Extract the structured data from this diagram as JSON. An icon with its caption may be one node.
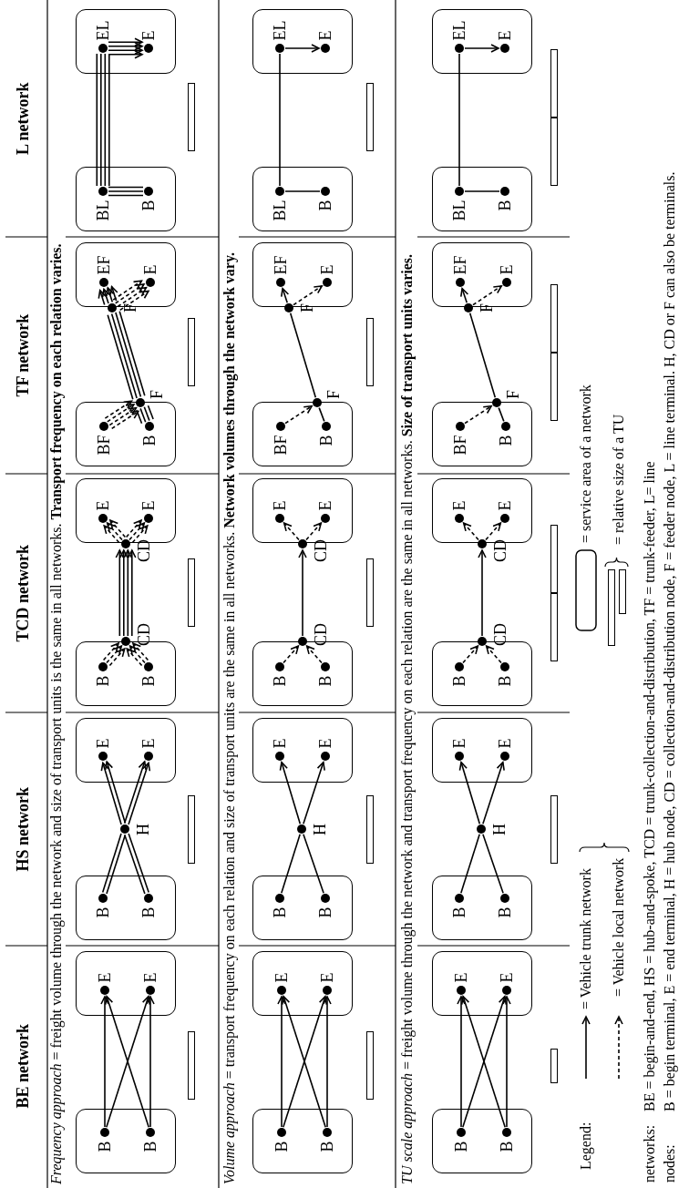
{
  "diagram": {
    "nodes": [
      {
        "text": [],
        "shape": "box"
      },
      {
        "text": [
          "B"
        ],
        "in": 0
      },
      {
        "text": [
          "B"
        ],
        "in": 0
      },
      {
        "text": [],
        "shape": "box"
      },
      {
        "text": [
          "E"
        ],
        "in": 3
      },
      {
        "text": [
          "E"
        ],
        "in": 3
      },
      {
        "text": [],
        "shape": "box"
      },
      {
        "text": [
          "B"
        ],
        "in": 6
      },
      {
        "text": [
          "B"
        ],
        "in": 6
      },
      {
        "text": [
          "H"
        ]
      },
      {
        "text": [],
        "shape": "box"
      },
      {
        "text": [
          "E"
        ],
        "in": 10
      },
      {
        "text": [
          "E"
        ],
        "in": 10
      },
      {
        "text": [],
        "shape": "box"
      },
      {
        "text": [
          "B"
        ],
        "in": 13
      },
      {
        "text": [
          "B"
        ],
        "in": 13
      },
      {
        "text": [
          "CD"
        ]
      },
      {
        "text": [
          "CD"
        ]
      },
      {
        "text": [],
        "shape": "box"
      },
      {
        "text": [
          "E"
        ],
        "in": 18
      },
      {
        "text": [
          "E"
        ],
        "in": 18
      },
      {
        "text": [],
        "shape": "box"
      },
      {
        "text": [
          "BF"
        ],
        "in": 21
      },
      {
        "text": [
          "B"
        ],
        "in": 21
      },
      {
        "text": [
          "F"
        ]
      },
      {
        "text": [
          "F"
        ]
      },
      {
        "text": [],
        "shape": "box"
      },
      {
        "text": [
          "EF"
        ],
        "in": 26
      },
      {
        "text": [
          "E"
        ],
        "in": 26
      },
      {
        "text": [],
        "shape": "box"
      },
      {
        "text": [
          "BL"
        ],
        "in": 29
      },
      {
        "text": [
          "B"
        ],
        "in": 29
      },
      {
        "text": [],
        "shape": "box"
      },
      {
        "text": [
          "EL"
        ],
        "in": 32
      },
      {
        "text": [
          "E"
        ],
        "in": 32
      },
      {
        "text": [],
        "shape": "box"
      },
      {
        "text": [
          "B"
        ],
        "in": 35
      },
      {
        "text": [
          "B"
        ],
        "in": 35
      },
      {
        "text": [],
        "shape": "box"
      },
      {
        "text": [
          "E"
        ],
        "in": 38
      },
      {
        "text": [
          "E"
        ],
        "in": 38
      },
      {
        "text": [],
        "shape": "box"
      },
      {
        "text": [
          "B"
        ],
        "in": 41
      },
      {
        "text": [
          "B"
        ],
        "in": 41
      },
      {
        "text": [
          "H"
        ]
      },
      {
        "text": [],
        "shape": "box"
      },
      {
        "text": [
          "E"
        ],
        "in": 45
      },
      {
        "text": [
          "E"
        ],
        "in": 45
      },
      {
        "text": [],
        "shape": "box"
      },
      {
        "text": [
          "B"
        ],
        "in": 48
      },
      {
        "text": [
          "B"
        ],
        "in": 48
      },
      {
        "text": [
          "CD"
        ]
      },
      {
        "text": [
          "CD"
        ]
      },
      {
        "text": [],
        "shape": "box"
      },
      {
        "text": [
          "E"
        ],
        "in": 53
      },
      {
        "text": [
          "E"
        ],
        "in": 53
      },
      {
        "text": [],
        "shape": "box"
      },
      {
        "text": [
          "BF"
        ],
        "in": 56
      },
      {
        "text": [
          "B"
        ],
        "in": 56
      },
      {
        "text": [
          "F"
        ]
      },
      {
        "text": [
          "F"
        ]
      },
      {
        "text": [],
        "shape": "box"
      },
      {
        "text": [
          "EF"
        ],
        "in": 61
      },
      {
        "text": [
          "E"
        ],
        "in": 61
      },
      {
        "text": [],
        "shape": "box"
      },
      {
        "text": [
          "BL"
        ],
        "in": 64
      },
      {
        "text": [
          "B"
        ],
        "in": 64
      },
      {
        "text": [],
        "shape": "box"
      },
      {
        "text": [
          "EL"
        ],
        "in": 67
      },
      {
        "text": [
          "E"
        ],
        "in": 67
      },
      {
        "text": [],
        "shape": "box"
      },
      {
        "text": [
          "B"
        ],
        "in": 70
      },
      {
        "text": [
          "B"
        ],
        "in": 70
      },
      {
        "text": [],
        "shape": "box"
      },
      {
        "text": [
          "E"
        ],
        "in": 73
      },
      {
        "text": [
          "E"
        ],
        "in": 73
      },
      {
        "text": [],
        "shape": "box"
      },
      {
        "text": [
          "B"
        ],
        "in": 76
      },
      {
        "text": [
          "B"
        ],
        "in": 76
      },
      {
        "text": [
          "H"
        ]
      },
      {
        "text": [],
        "shape": "box"
      },
      {
        "text": [
          "E"
        ],
        "in": 80
      },
      {
        "text": [
          "E"
        ],
        "in": 80
      },
      {
        "text": [],
        "shape": "box"
      },
      {
        "text": [
          "B"
        ],
        "in": 83
      },
      {
        "text": [
          "B"
        ],
        "in": 83
      },
      {
        "text": [
          "CD"
        ]
      },
      {
        "text": [
          "CD"
        ]
      },
      {
        "text": [],
        "shape": "box"
      },
      {
        "text": [
          "E"
        ],
        "in": 88
      },
      {
        "text": [
          "E"
        ],
        "in": 88
      },
      {
        "text": [],
        "shape": "box"
      },
      {
        "text": [
          "BF"
        ],
        "in": 91
      },
      {
        "text": [
          "B"
        ],
        "in": 91
      },
      {
        "text": [
          "F"
        ]
      },
      {
        "text": [
          "F"
        ]
      },
      {
        "text": [],
        "shape": "box"
      },
      {
        "text": [
          "EF"
        ],
        "in": 96
      },
      {
        "text": [
          "E"
        ],
        "in": 96
      },
      {
        "text": [],
        "shape": "box"
      },
      {
        "text": [
          "BL"
        ],
        "in": 99
      },
      {
        "text": [
          "B"
        ],
        "in": 99
      },
      {
        "text": [],
        "shape": "box"
      },
      {
        "text": [
          "EL"
        ],
        "in": 102
      },
      {
        "text": [
          "E"
        ],
        "in": 102
      }
    ],
    "edges": [
      {
        "from": 1,
        "to": 4,
        "arrow": "to"
      },
      {
        "from": 1,
        "to": 5,
        "arrow": "to"
      },
      {
        "from": 2,
        "to": 4,
        "arrow": "to"
      },
      {
        "from": 2,
        "to": 5,
        "arrow": "to"
      },
      {
        "from": 7,
        "to": 9,
        "arrow": "none"
      },
      {
        "from": 7,
        "to": 9,
        "arrow": "none"
      },
      {
        "from": 8,
        "to": 9,
        "arrow": "none"
      },
      {
        "from": 8,
        "to": 9,
        "arrow": "none"
      },
      {
        "from": 9,
        "to": 11,
        "arrow": "to"
      },
      {
        "from": 9,
        "to": 11,
        "arrow": "to"
      },
      {
        "from": 9,
        "to": 12,
        "arrow": "to"
      },
      {
        "from": 9,
        "to": 12,
        "arrow": "to"
      },
      {
        "from": 14,
        "to": 16,
        "arrow": "to",
        "style": "dashed"
      },
      {
        "from": 14,
        "to": 16,
        "arrow": "to",
        "style": "dashed"
      },
      {
        "from": 14,
        "to": 16,
        "arrow": "to",
        "style": "dashed"
      },
      {
        "from": 15,
        "to": 16,
        "arrow": "to",
        "style": "dashed"
      },
      {
        "from": 15,
        "to": 16,
        "arrow": "to",
        "style": "dashed"
      },
      {
        "from": 15,
        "to": 16,
        "arrow": "to",
        "style": "dashed"
      },
      {
        "from": 16,
        "to": 17,
        "arrow": "to"
      },
      {
        "from": 16,
        "to": 17,
        "arrow": "to"
      },
      {
        "from": 16,
        "to": 17,
        "arrow": "to"
      },
      {
        "from": 16,
        "to": 17,
        "arrow": "to"
      },
      {
        "from": 17,
        "to": 19,
        "arrow": "to",
        "style": "dashed"
      },
      {
        "from": 17,
        "to": 19,
        "arrow": "to",
        "style": "dashed"
      },
      {
        "from": 17,
        "to": 19,
        "arrow": "to",
        "style": "dashed"
      },
      {
        "from": 17,
        "to": 20,
        "arrow": "to",
        "style": "dashed"
      },
      {
        "from": 17,
        "to": 20,
        "arrow": "to",
        "style": "dashed"
      },
      {
        "from": 17,
        "to": 20,
        "arrow": "to",
        "style": "dashed"
      },
      {
        "from": 22,
        "to": 24,
        "arrow": "to",
        "style": "dashed"
      },
      {
        "from": 22,
        "to": 24,
        "arrow": "to",
        "style": "dashed"
      },
      {
        "from": 22,
        "to": 24,
        "arrow": "to",
        "style": "dashed"
      },
      {
        "from": 22,
        "to": 24,
        "arrow": "to",
        "style": "dashed"
      },
      {
        "from": 23,
        "to": 24,
        "arrow": "none"
      },
      {
        "from": 23,
        "to": 24,
        "arrow": "none"
      },
      {
        "from": 23,
        "to": 24,
        "arrow": "none"
      },
      {
        "from": 23,
        "to": 24,
        "arrow": "none"
      },
      {
        "from": 24,
        "to": 25,
        "arrow": "none"
      },
      {
        "from": 24,
        "to": 25,
        "arrow": "none"
      },
      {
        "from": 24,
        "to": 25,
        "arrow": "none"
      },
      {
        "from": 24,
        "to": 25,
        "arrow": "none"
      },
      {
        "from": 25,
        "to": 27,
        "arrow": "to"
      },
      {
        "from": 25,
        "to": 27,
        "arrow": "to"
      },
      {
        "from": 25,
        "to": 27,
        "arrow": "to"
      },
      {
        "from": 25,
        "to": 27,
        "arrow": "to"
      },
      {
        "from": 25,
        "to": 28,
        "arrow": "to",
        "style": "dashed"
      },
      {
        "from": 25,
        "to": 28,
        "arrow": "to",
        "style": "dashed"
      },
      {
        "from": 25,
        "to": 28,
        "arrow": "to",
        "style": "dashed"
      },
      {
        "from": 25,
        "to": 28,
        "arrow": "to",
        "style": "dashed"
      },
      {
        "from": 31,
        "to": 30,
        "arrow": "none"
      },
      {
        "from": 31,
        "to": 30,
        "arrow": "none"
      },
      {
        "from": 31,
        "to": 30,
        "arrow": "none"
      },
      {
        "from": 30,
        "to": 33,
        "arrow": "none"
      },
      {
        "from": 30,
        "to": 33,
        "arrow": "none"
      },
      {
        "from": 30,
        "to": 33,
        "arrow": "none"
      },
      {
        "from": 30,
        "to": 33,
        "arrow": "none"
      },
      {
        "from": 33,
        "to": 34,
        "arrow": "to"
      },
      {
        "from": 33,
        "to": 34,
        "arrow": "to"
      },
      {
        "from": 33,
        "to": 34,
        "arrow": "to"
      },
      {
        "from": 33,
        "to": 34,
        "arrow": "to"
      },
      {
        "from": 36,
        "to": 39,
        "arrow": "to"
      },
      {
        "from": 36,
        "to": 40,
        "arrow": "to"
      },
      {
        "from": 37,
        "to": 39,
        "arrow": "to"
      },
      {
        "from": 37,
        "to": 40,
        "arrow": "to"
      },
      {
        "from": 42,
        "to": 44,
        "arrow": "none"
      },
      {
        "from": 43,
        "to": 44,
        "arrow": "none"
      },
      {
        "from": 44,
        "to": 46,
        "arrow": "to"
      },
      {
        "from": 44,
        "to": 47,
        "arrow": "to"
      },
      {
        "from": 49,
        "to": 51,
        "arrow": "to",
        "style": "dashed"
      },
      {
        "from": 50,
        "to": 51,
        "arrow": "to",
        "style": "dashed"
      },
      {
        "from": 51,
        "to": 52,
        "arrow": "to"
      },
      {
        "from": 52,
        "to": 54,
        "arrow": "to",
        "style": "dashed"
      },
      {
        "from": 52,
        "to": 55,
        "arrow": "to",
        "style": "dashed"
      },
      {
        "from": 57,
        "to": 59,
        "arrow": "to",
        "style": "dashed"
      },
      {
        "from": 58,
        "to": 59,
        "arrow": "none"
      },
      {
        "from": 59,
        "to": 60,
        "arrow": "none"
      },
      {
        "from": 60,
        "to": 62,
        "arrow": "to"
      },
      {
        "from": 60,
        "to": 63,
        "arrow": "to",
        "style": "dashed"
      },
      {
        "from": 66,
        "to": 65,
        "arrow": "none"
      },
      {
        "from": 65,
        "to": 68,
        "arrow": "none"
      },
      {
        "from": 68,
        "to": 69,
        "arrow": "to"
      },
      {
        "from": 71,
        "to": 74,
        "arrow": "to"
      },
      {
        "from": 71,
        "to": 75,
        "arrow": "to"
      },
      {
        "from": 72,
        "to": 74,
        "arrow": "to"
      },
      {
        "from": 72,
        "to": 75,
        "arrow": "to"
      },
      {
        "from": 77,
        "to": 79,
        "arrow": "none"
      },
      {
        "from": 78,
        "to": 79,
        "arrow": "none"
      },
      {
        "from": 79,
        "to": 81,
        "arrow": "to"
      },
      {
        "from": 79,
        "to": 82,
        "arrow": "to"
      },
      {
        "from": 84,
        "to": 86,
        "arrow": "to",
        "style": "dashed"
      },
      {
        "from": 85,
        "to": 86,
        "arrow": "to",
        "style": "dashed"
      },
      {
        "from": 86,
        "to": 87,
        "arrow": "to"
      },
      {
        "from": 87,
        "to": 89,
        "arrow": "to",
        "style": "dashed"
      },
      {
        "from": 87,
        "to": 90,
        "arrow": "to",
        "style": "dashed"
      },
      {
        "from": 92,
        "to": 94,
        "arrow": "to",
        "style": "dashed"
      },
      {
        "from": 93,
        "to": 94,
        "arrow": "none"
      },
      {
        "from": 94,
        "to": 95,
        "arrow": "none"
      },
      {
        "from": 95,
        "to": 97,
        "arrow": "to"
      },
      {
        "from": 95,
        "to": 98,
        "arrow": "to",
        "style": "dashed"
      },
      {
        "from": 101,
        "to": 100,
        "arrow": "none"
      },
      {
        "from": 100,
        "to": 103,
        "arrow": "none"
      },
      {
        "from": 103,
        "to": 104,
        "arrow": "to"
      }
    ],
    "labels": [
      "BE network",
      "HS network",
      "TCD network",
      "TF network",
      "L network",
      "*Frequency approach* = freight volume through the network and size of transport units is the same in all networks. **Transport frequency on each relation varies.**",
      "*Volume approach* = transport frequency on each relation and size of transport units are the same in all networks. **Network volumes through the network vary.**",
      "*TU scale approach* = freight volume through the network and transport frequency on each relation are the same in all networks. **Size of transport units varies.**",
      "Legend:",
      "networks:",
      "BE = begin-and-end, HS = hub-and-spoke, TCD = trunk-collection-and-distribution, TF = trunk-feeder, L= line",
      "nodes:",
      "B = begin terminal, E = end terminal, H = hub node, CD = collection-and-distribution node, F = feeder node, L = line terminal. H, CD or F can also be terminals."
    ],
    "legend": [
      {
        "text": "= Vehicle trunk network"
      },
      {
        "text": "= Vehicle local network"
      },
      {
        "text": "= service area of a network"
      },
      {
        "text": "= relative size of a TU"
      }
    ]
  }
}
